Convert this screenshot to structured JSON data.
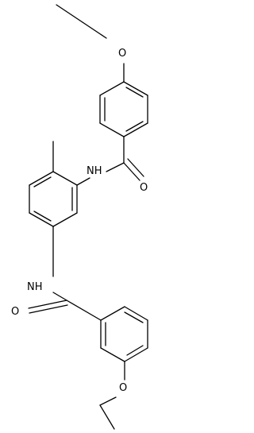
{
  "molecule": {
    "atom_labels": {
      "o_top": "O",
      "nh_upper": "NH",
      "o_carbonyl_upper": "O",
      "nh_lower": "NH",
      "o_carbonyl_lower": "O",
      "o_bottom": "O"
    },
    "colors": {
      "ink": "#000000",
      "background": "#ffffff"
    }
  }
}
